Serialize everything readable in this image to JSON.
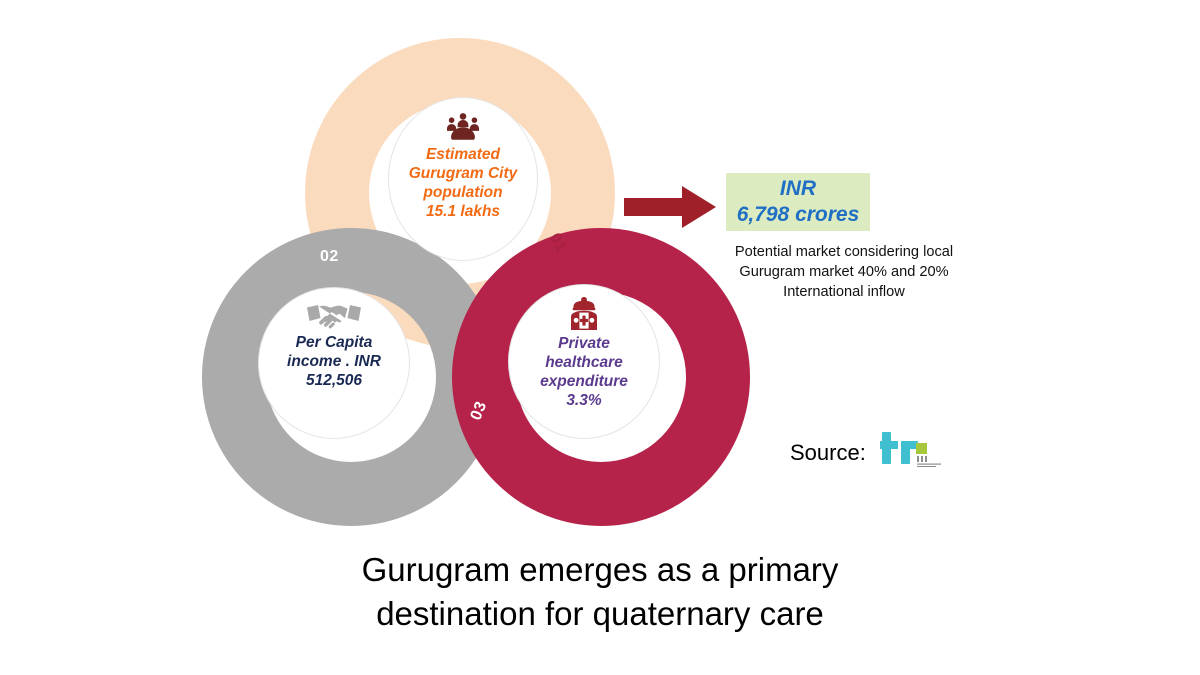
{
  "diagram": {
    "type": "three-circle-venn-donut",
    "segments": [
      {
        "number": "01",
        "color": "#FBDBBE",
        "number_color": "#A8203F",
        "icon": "people-group-icon",
        "icon_color": "#6E2420",
        "text_color": "#F26B14",
        "text": "Estimated\nGurugram City\npopulation\n15.1 lakhs"
      },
      {
        "number": "02",
        "color": "#ABABAB",
        "number_color": "#FFFFFF",
        "icon": "handshake-icon",
        "icon_color": "#A9A9A9",
        "text_color": "#1B2A54",
        "text": "Per     Capita\nincome .  INR\n512,506"
      },
      {
        "number": "03",
        "color": "#B5234A",
        "number_color": "#FFFFFF",
        "icon": "doctor-icon",
        "icon_color": "#A0252C",
        "text_color": "#5B3A8E",
        "text": "Private\nhealthcare\nexpenditure\n3.3%"
      }
    ]
  },
  "callout": {
    "arrow_icon": "right-arrow-icon",
    "arrow_color": "#A0202A",
    "box_color": "#DCEBC0",
    "value_color": "#1F6FC4",
    "line1": "INR",
    "line2": "6,798 crores",
    "note": "Potential market considering local\nGurugram market 40% and 20%\nInternational inflow"
  },
  "source": {
    "label": "Source:",
    "logo_text": "tr",
    "logo_color": "#3FBFCF",
    "logo_accent": "#A8C83C"
  },
  "headline": {
    "text": "Gurugram emerges as a primary\ndestination for quaternary care"
  }
}
